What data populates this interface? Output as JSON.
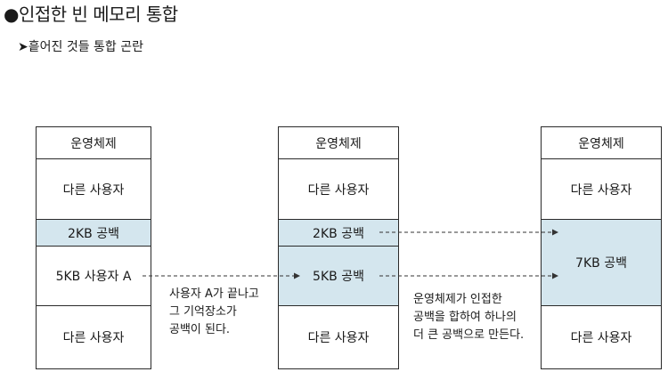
{
  "title": "●인접한 빈 메모리 통합",
  "subtitle": "➤흩어진 것들 통합 곤란",
  "columns": [
    {
      "blocks": [
        {
          "label": "운영체제",
          "free": false
        },
        {
          "label": "다른 사용자",
          "free": false
        },
        {
          "label": "2KB 공백",
          "free": true
        },
        {
          "label": "5KB 사용자 A",
          "free": false
        },
        {
          "label": "다른 사용자",
          "free": false
        }
      ]
    },
    {
      "blocks": [
        {
          "label": "운영체제",
          "free": false
        },
        {
          "label": "다른 사용자",
          "free": false
        },
        {
          "label": "2KB 공백",
          "free": true
        },
        {
          "label": "5KB 공백",
          "free": true
        },
        {
          "label": "다른 사용자",
          "free": false
        }
      ]
    },
    {
      "blocks": [
        {
          "label": "운영체제",
          "free": false
        },
        {
          "label": "다른 사용자",
          "free": false
        },
        {
          "label": "7KB 공백",
          "free": true
        },
        {
          "label": "다른 사용자",
          "free": false
        }
      ]
    }
  ],
  "notes": {
    "left": [
      "사용자 A가 끝나고",
      "그 기억장소가",
      "공백이 된다."
    ],
    "right": [
      "운영체제가 인접한",
      "공백을 합하여 하나의",
      "더 큰 공백으로 만든다."
    ]
  },
  "colors": {
    "free_block": "#d4e6ee",
    "border": "#2a2a2a"
  }
}
